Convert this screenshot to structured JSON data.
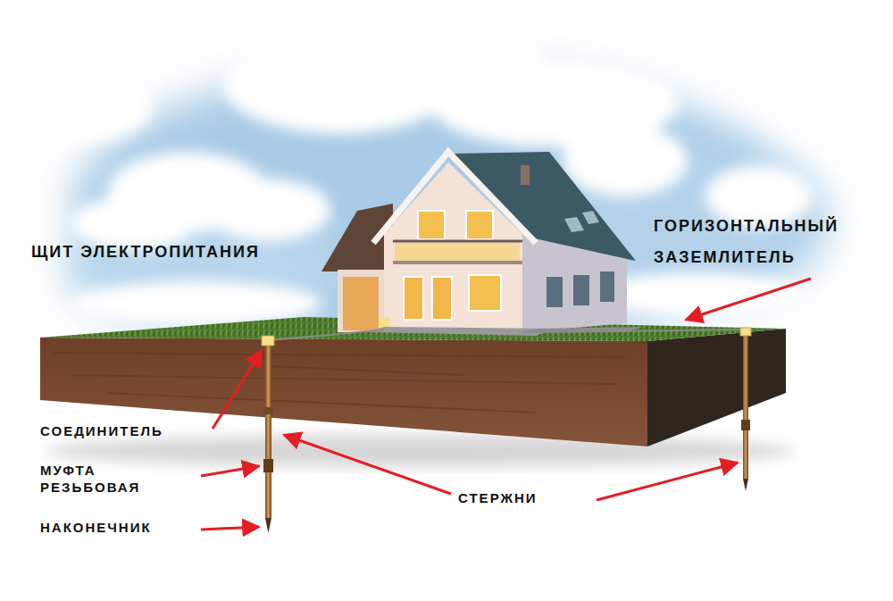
{
  "diagram": {
    "labels": [
      "ЩИТ ЭЛЕКТРОПИТАНИЯ",
      "ГОРИЗОНТАЛЬНЫЙ ЗАЗЕМЛИТЕЛЬ",
      "СОЕДИНИТЕЛЬ",
      "МУФТА РЕЗЬБОВАЯ",
      "НАКОНЕЧНИК",
      "СТЕРЖНИ"
    ]
  }
}
